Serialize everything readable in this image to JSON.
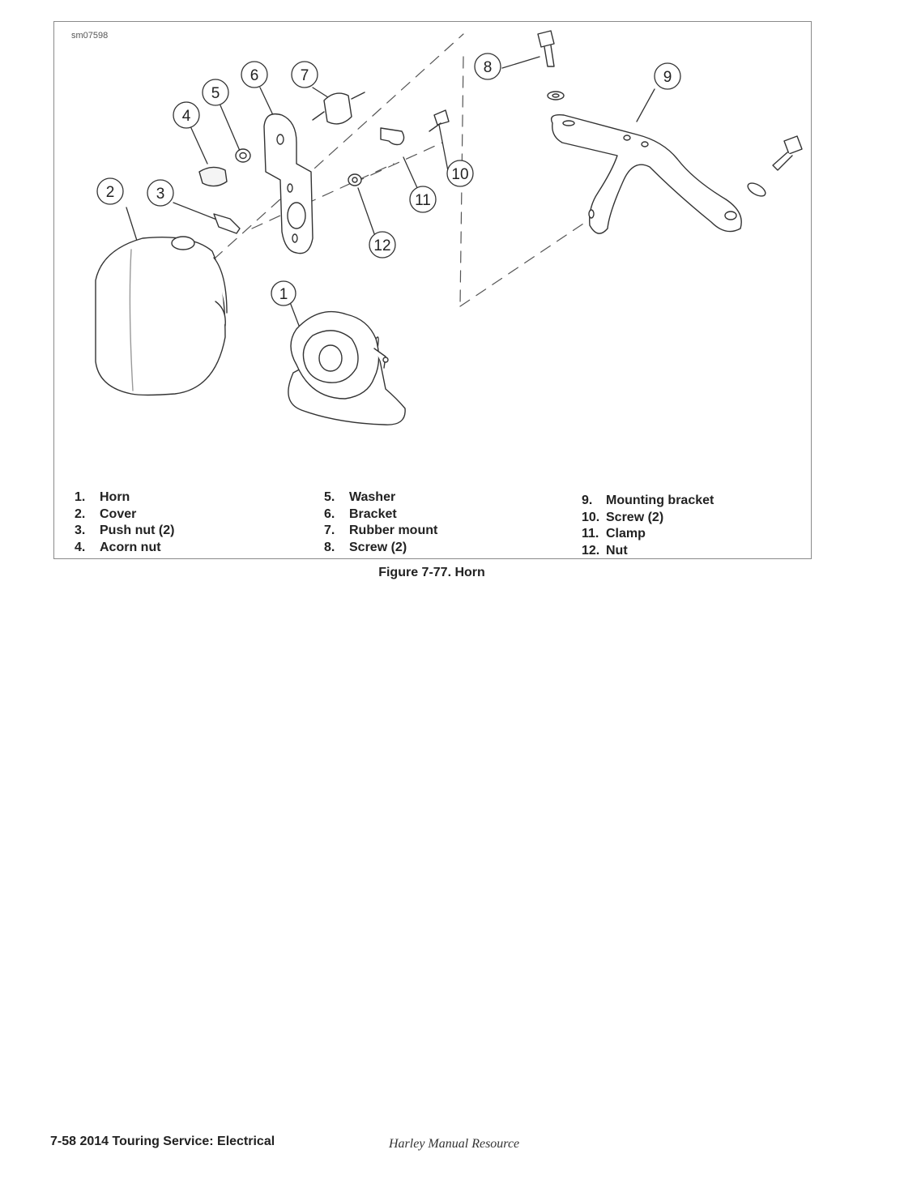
{
  "figure": {
    "id_label": "sm07598",
    "caption": "Figure 7-77. Horn",
    "callouts": [
      "1",
      "2",
      "3",
      "4",
      "5",
      "6",
      "7",
      "8",
      "9",
      "10",
      "11",
      "12"
    ],
    "legend": [
      {
        "num": "1.",
        "label": "Horn"
      },
      {
        "num": "2.",
        "label": "Cover"
      },
      {
        "num": "3.",
        "label": "Push nut (2)"
      },
      {
        "num": "4.",
        "label": "Acorn nut"
      },
      {
        "num": "5.",
        "label": "Washer"
      },
      {
        "num": "6.",
        "label": "Bracket"
      },
      {
        "num": "7.",
        "label": "Rubber mount"
      },
      {
        "num": "8.",
        "label": "Screw (2)"
      },
      {
        "num": "9.",
        "label": "Mounting bracket"
      },
      {
        "num": "10.",
        "label": "Screw (2)"
      },
      {
        "num": "11.",
        "label": "Clamp"
      },
      {
        "num": "12.",
        "label": "Nut"
      }
    ]
  },
  "footer": {
    "page_ref": "7-58  2014 Touring Service:  Electrical",
    "watermark": "Harley Manual Resource"
  }
}
